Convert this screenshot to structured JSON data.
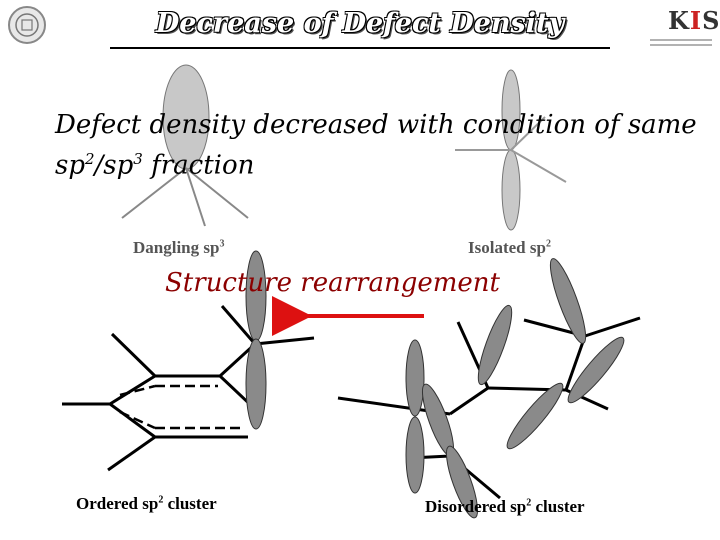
{
  "title": "Decrease of Defect Density",
  "headline_line1": "Defect density decreased with condition of same",
  "headline_line2_pre": "sp",
  "headline_line2_sup1": "2",
  "headline_line2_mid": "/sp",
  "headline_line2_sup2": "3",
  "headline_line2_post": " fraction",
  "dangling": {
    "text": "Dangling sp",
    "sup": "3"
  },
  "isolated": {
    "text": "Isolated sp",
    "sup": "2"
  },
  "rearrangement": "Structure rearrangement",
  "ordered": {
    "text": "Ordered sp",
    "sup": "2",
    "post": " cluster"
  },
  "disordered": {
    "text": "Disordered sp",
    "sup": "2",
    "post": " cluster"
  },
  "logo_right": {
    "k": "K",
    "i": "I",
    "st": "ST"
  },
  "colors": {
    "orbital_light": "#c8c8c8",
    "orbital_dark": "#8a8a8a",
    "arrow": "#dd1111",
    "rearrange_text": "#8b0000"
  }
}
